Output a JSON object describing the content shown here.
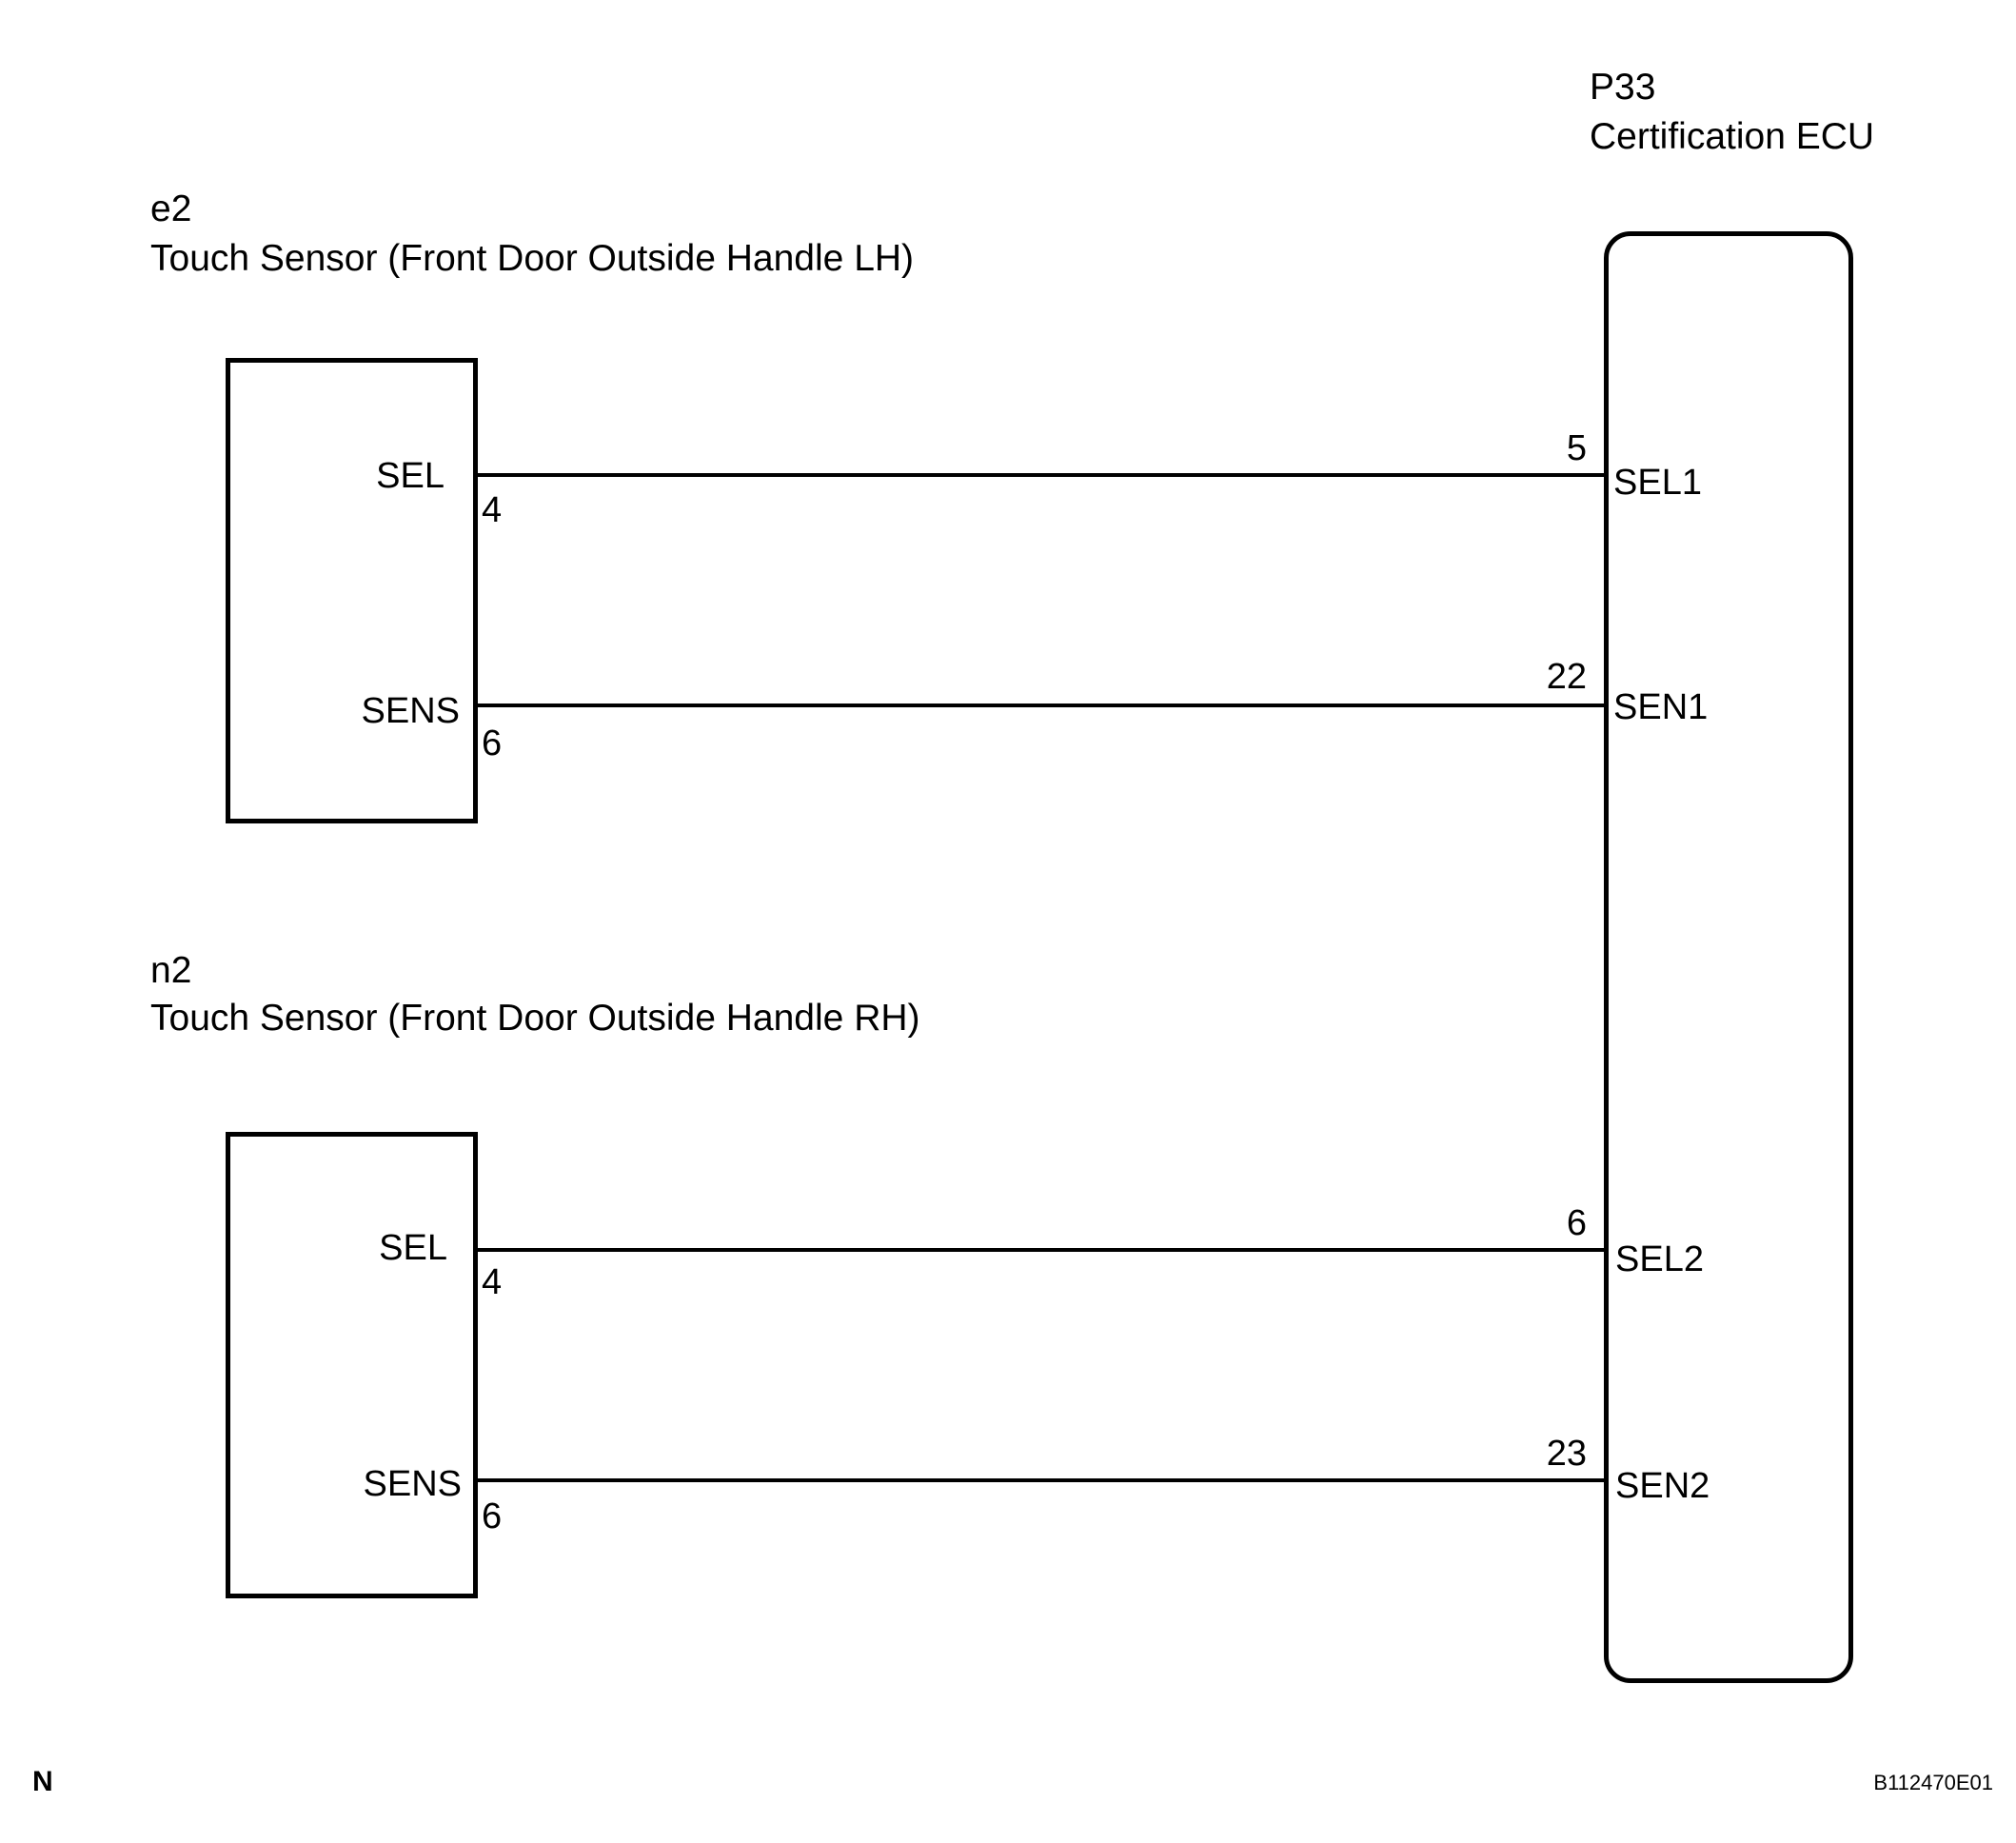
{
  "ecu": {
    "code": "P33",
    "name": "Certification ECU",
    "pins": [
      {
        "num": "5",
        "label": "SEL1"
      },
      {
        "num": "22",
        "label": "SEN1"
      },
      {
        "num": "6",
        "label": "SEL2"
      },
      {
        "num": "23",
        "label": "SEN2"
      }
    ]
  },
  "sensors": [
    {
      "code": "e2",
      "name": "Touch Sensor (Front Door Outside Handle LH)",
      "pins": [
        {
          "label": "SEL",
          "num": "4"
        },
        {
          "label": "SENS",
          "num": "6"
        }
      ]
    },
    {
      "code": "n2",
      "name": "Touch Sensor (Front Door Outside Handle RH)",
      "pins": [
        {
          "label": "SEL",
          "num": "4"
        },
        {
          "label": "SENS",
          "num": "6"
        }
      ]
    }
  ],
  "wires": [
    {
      "from": "e2 pin 4 (SEL)",
      "to": "P33 pin 5 (SEL1)"
    },
    {
      "from": "e2 pin 6 (SENS)",
      "to": "P33 pin 22 (SEN1)"
    },
    {
      "from": "n2 pin 4 (SEL)",
      "to": "P33 pin 6 (SEL2)"
    },
    {
      "from": "n2 pin 6 (SENS)",
      "to": "P33 pin 23 (SEN2)"
    }
  ],
  "footer": {
    "left": "N",
    "right": "B112470E01"
  }
}
